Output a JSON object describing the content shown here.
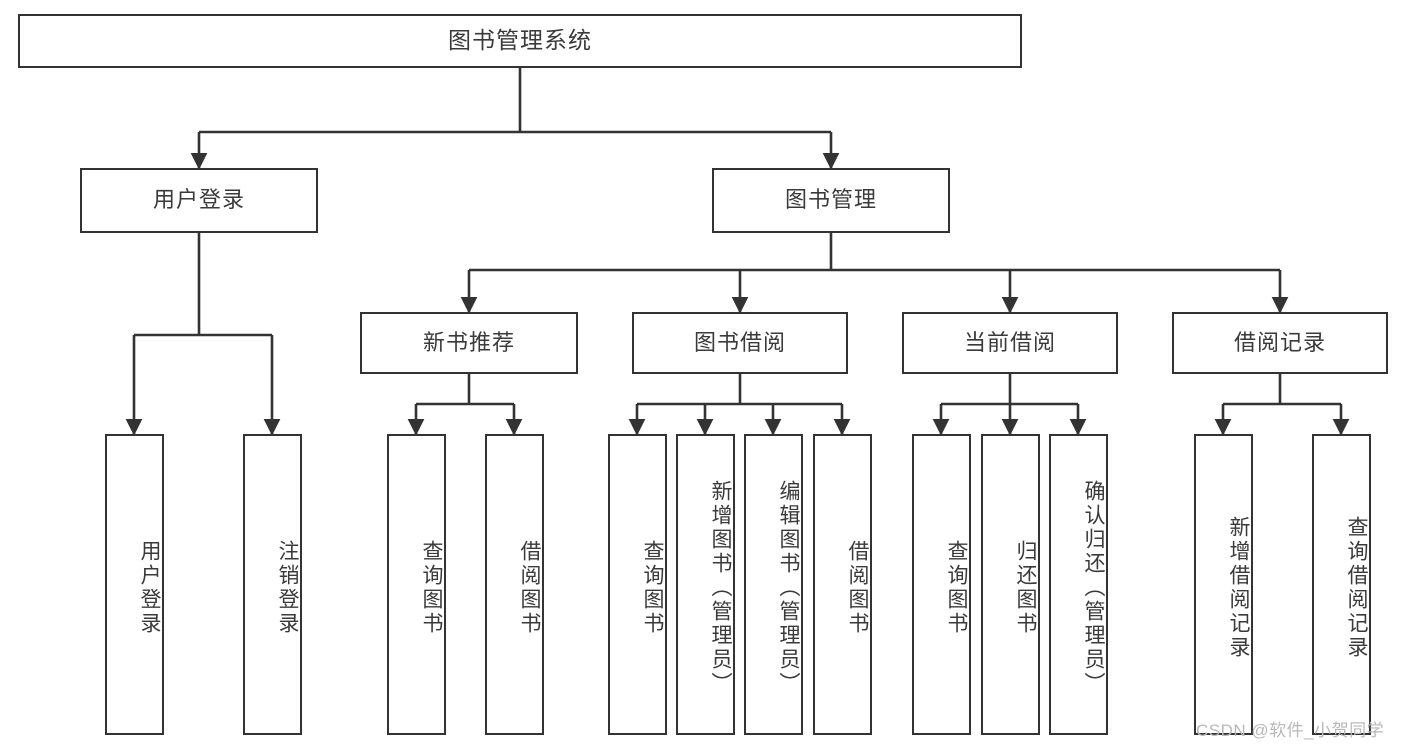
{
  "diagram": {
    "title": "图书管理系统",
    "type": "functional-structure-tree",
    "colors": {
      "background": "#ffffff",
      "node_fill": "#ffffff",
      "node_border": "#333333",
      "text": "#3a3a3a",
      "edge": "#333333",
      "watermark": "#b9b9b9"
    },
    "nodes": {
      "root": {
        "label": "图书管理系统"
      },
      "level2": [
        {
          "id": "user-login",
          "label": "用户登录"
        },
        {
          "id": "book-management",
          "label": "图书管理"
        }
      ],
      "level3": [
        {
          "id": "new-book-recommend",
          "label": "新书推荐"
        },
        {
          "id": "book-borrow",
          "label": "图书借阅"
        },
        {
          "id": "current-borrow",
          "label": "当前借阅"
        },
        {
          "id": "borrow-record",
          "label": "借阅记录"
        }
      ],
      "leaves": {
        "user_login": [
          {
            "id": "leaf-user-login",
            "label": "用户登录"
          },
          {
            "id": "leaf-logout-login",
            "label": "注销登录"
          }
        ],
        "new_book_recommend": [
          {
            "id": "leaf-query-book-1",
            "label": "查询图书"
          },
          {
            "id": "leaf-borrow-book-1",
            "label": "借阅图书"
          }
        ],
        "book_borrow": [
          {
            "id": "leaf-query-book-2",
            "label": "查询图书"
          },
          {
            "id": "leaf-add-book",
            "label": "新增图书（管理员）"
          },
          {
            "id": "leaf-edit-book",
            "label": "编辑图书（管理员）"
          },
          {
            "id": "leaf-borrow-book-2",
            "label": "借阅图书"
          }
        ],
        "current_borrow": [
          {
            "id": "leaf-query-book-3",
            "label": "查询图书"
          },
          {
            "id": "leaf-return-book",
            "label": "归还图书"
          },
          {
            "id": "leaf-confirm-return",
            "label": "确认归还（管理员）"
          }
        ],
        "borrow_record": [
          {
            "id": "leaf-add-borrow-record",
            "label": "新增借阅记录"
          },
          {
            "id": "leaf-query-borrow-record",
            "label": "查询借阅记录"
          }
        ]
      }
    },
    "watermark": "CSDN @软件_小贺同学"
  }
}
